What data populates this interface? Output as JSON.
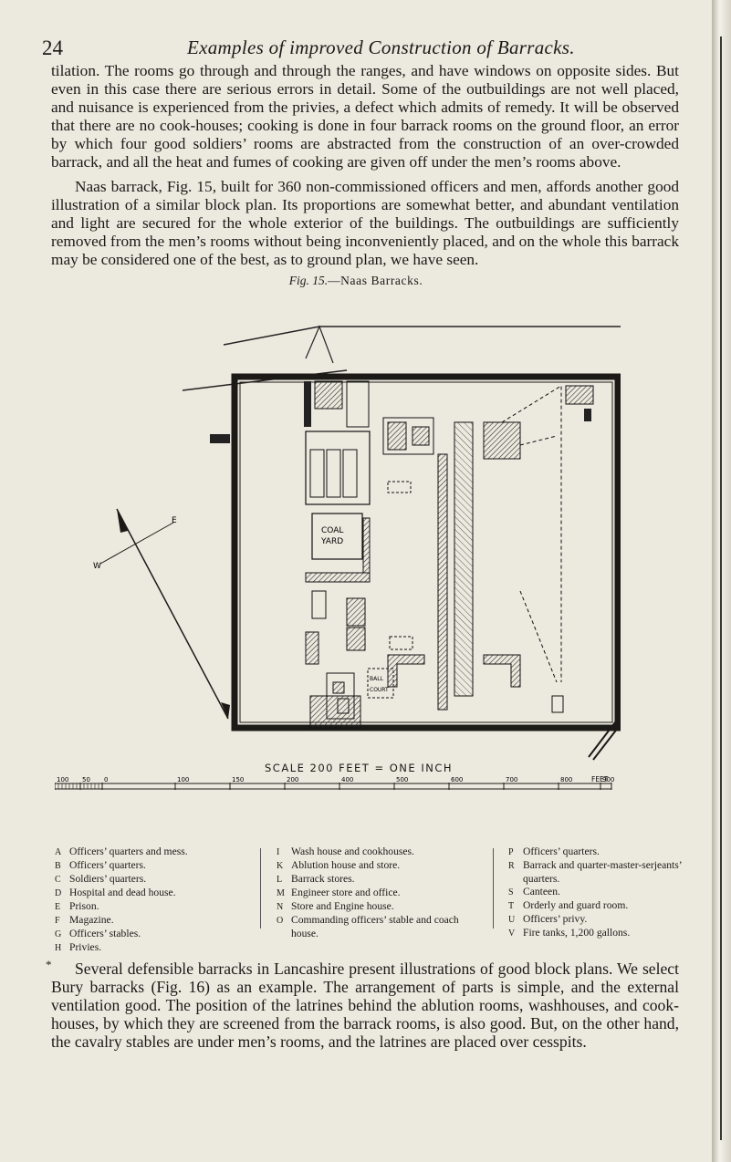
{
  "page": {
    "number": "24",
    "running_head": "Examples of improved Construction of Barracks."
  },
  "paragraph1": "tilation. The rooms go through and through the ranges, and have windows on opposite sides. But even in this case there are serious errors in detail. Some of the outbuildings are not well placed, and nuisance is experienced from the privies, a defect which admits of remedy. It will be observed that there are no cook-houses; cooking is done in four barrack rooms on the ground floor, an error by which four good soldiers’ rooms are abstracted from the construction of an over-crowded barrack, and all the heat and fumes of cooking are given off under the men’s rooms above.",
  "paragraph2": "Naas barrack, Fig. 15, built for 360 non-commissioned officers and men, affords another good illustration of a similar block plan. Its proportions are somewhat better, and abundant ventilation and light are secured for the whole exterior of the buildings. The outbuildings are sufficiently removed from the men’s rooms without being inconveniently placed, and on the whole this barrack may be considered one of the best, as to ground plan, we have seen.",
  "figure": {
    "caption_fig": "Fig. 15.",
    "caption_title": "—Naas Barracks.",
    "labels": {
      "coal_yard_1": "COAL",
      "coal_yard_2": "YARD",
      "ball_court_1": "BALL",
      "ball_court_2": "COURT",
      "compass_w": "W",
      "compass_e": "E"
    },
    "scale_label": "SCALE 200 FEET = ONE INCH",
    "scale_ticks": [
      "100",
      "50",
      "0",
      "100",
      "150",
      "200",
      "400",
      "500",
      "600",
      "700",
      "800",
      "900",
      "1000"
    ],
    "scale_unit": "FEET",
    "icons": [
      "compass-arrow-icon"
    ]
  },
  "legend": {
    "col1": [
      {
        "key": "A",
        "text": "Officers’ quarters and mess."
      },
      {
        "key": "B",
        "text": "Officers’ quarters."
      },
      {
        "key": "C",
        "text": "Soldiers’ quarters."
      },
      {
        "key": "D",
        "text": "Hospital and dead house."
      },
      {
        "key": "E",
        "text": "Prison."
      },
      {
        "key": "F",
        "text": "Magazine."
      },
      {
        "key": "G",
        "text": "Officers’ stables."
      },
      {
        "key": "H",
        "text": "Privies."
      }
    ],
    "col2": [
      {
        "key": "I",
        "text": "Wash house and cookhouses."
      },
      {
        "key": "K",
        "text": "Ablution house and store."
      },
      {
        "key": "L",
        "text": "Barrack stores."
      },
      {
        "key": "M",
        "text": "Engineer store and office."
      },
      {
        "key": "N",
        "text": "Store and Engine house."
      },
      {
        "key": "O",
        "text": "Commanding officers’ stable and coach house."
      }
    ],
    "col3": [
      {
        "key": "P",
        "text": "Officers’ quarters."
      },
      {
        "key": "R",
        "text": "Barrack and quarter-master-serjeants’ quarters."
      },
      {
        "key": "S",
        "text": "Canteen."
      },
      {
        "key": "T",
        "text": "Orderly and guard room."
      },
      {
        "key": "U",
        "text": "Officers’ privy."
      },
      {
        "key": "V",
        "text": "Fire tanks, 1,200 gallons."
      }
    ]
  },
  "paragraph3": "Several defensible barracks in Lancashire present illustrations of good block plans. We select Bury barracks (Fig. 16) as an example. The arrangement of parts is simple, and the external ventilation good. The position of the latrines behind the ablution rooms, washhouses, and cook-houses, by which they are screened from the barrack rooms, is also good. But, on the other hand, the cavalry stables are under men’s rooms, and the latrines are placed over cesspits.",
  "marks": {
    "asterisk": "*"
  }
}
